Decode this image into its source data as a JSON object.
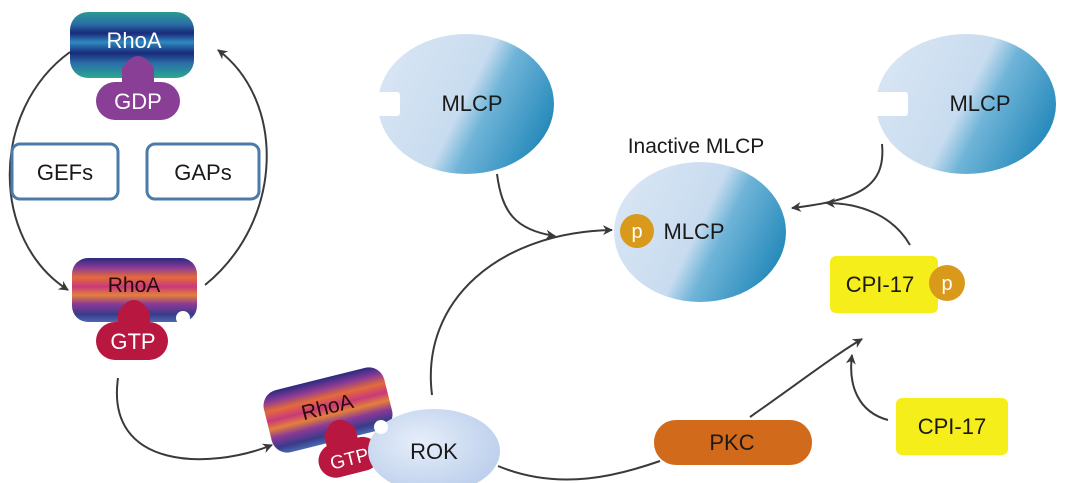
{
  "labels": {
    "rhoa_gdp_top": "RhoA",
    "gdp": "GDP",
    "gefs": "GEFs",
    "gaps": "GAPs",
    "rhoa_gtp_mid": "RhoA",
    "gtp_mid": "GTP",
    "rhoa_gtp_bottom": "RhoA",
    "gtp_bottom": "GTP",
    "rok": "ROK",
    "pkc": "PKC",
    "mlcp_left": "MLCP",
    "mlcp_right": "MLCP",
    "inactive_mlcp_title": "Inactive MLCP",
    "mlcp_inactive": "MLCP",
    "p_mlcp": "p",
    "cpi17_phospho": "CPI-17",
    "p_cpi17": "p",
    "cpi17": "CPI-17"
  },
  "colors": {
    "mlcp_light": "#d3e3f3",
    "mlcp_dark": "#2a8fc0",
    "phospho": "#d99a1c",
    "cpi17": "#f6ee1a",
    "pkc": "#d26a1c",
    "gdp": "#8a3f96",
    "gtp": "#b8173f",
    "gef_gap_border": "#4a7bab"
  }
}
